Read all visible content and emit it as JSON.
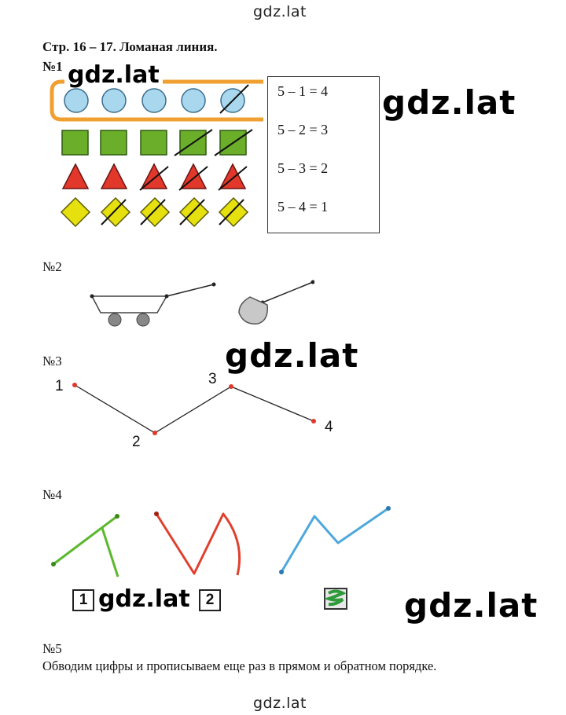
{
  "watermarks": {
    "top": "gdz.lat",
    "bottom": "gdz.lat",
    "big_1": "gdz.lat",
    "big_2": "gdz.lat",
    "big_3": "gdz.lat",
    "mid_1": "gdz.lat",
    "mid_2": "gdz.lat"
  },
  "heading": "Стр. 16 – 17. Ломаная линия.",
  "task1": {
    "label": "№1",
    "equations": [
      "5 – 1 = 4",
      "5 – 2 = 3",
      "5 – 3 = 2",
      "5 – 4 = 1"
    ],
    "colors": {
      "circle": "#a9d8ee",
      "square": "#6aae2a",
      "triangle": "#e2372b",
      "diamond": "#e6e10e",
      "bracket": "#f0a030"
    }
  },
  "task2": {
    "label": "№2"
  },
  "task3": {
    "label": "№3",
    "points": [
      "1",
      "2",
      "3",
      "4"
    ]
  },
  "task4": {
    "label": "№4",
    "boxes": [
      "1",
      "2"
    ],
    "colors": {
      "green": "#5cb82e",
      "red": "#e0402e",
      "blue": "#4fa8dc"
    }
  },
  "task5": {
    "label": "№5",
    "text": "Обводим цифры и прописываем еще раз в прямом и обратном порядке."
  }
}
